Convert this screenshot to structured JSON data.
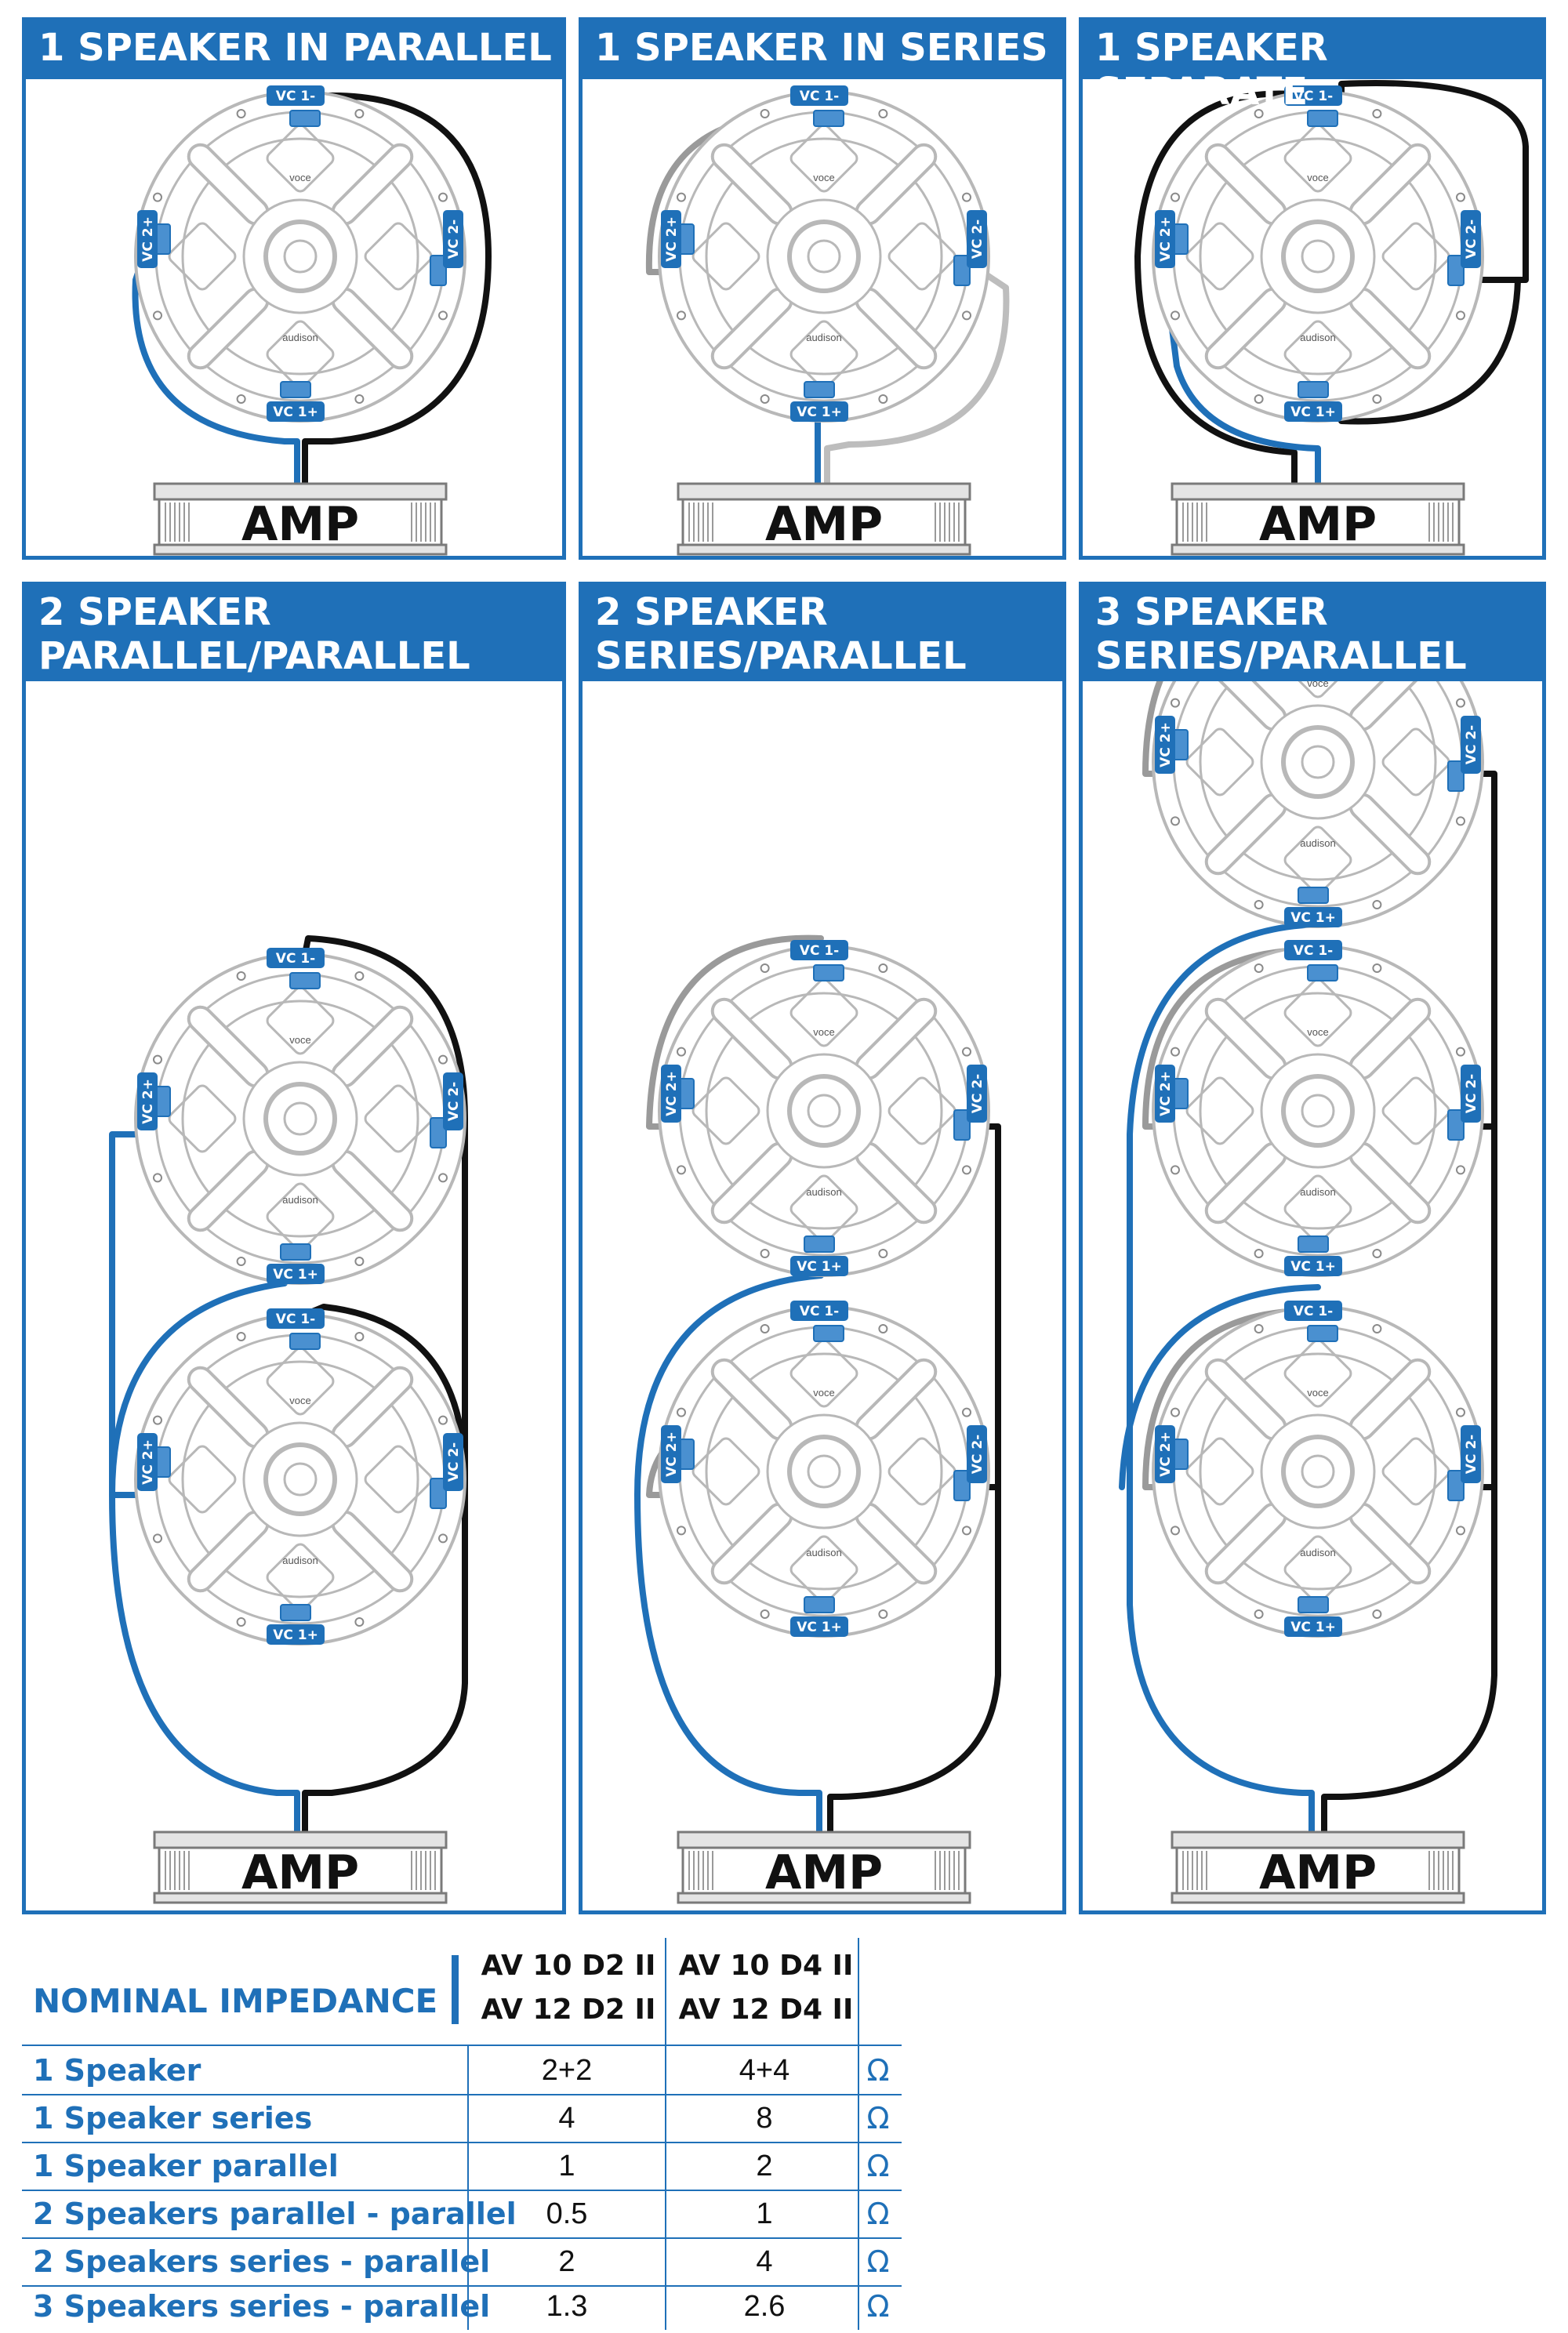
{
  "colors": {
    "accent": "#1f70b8",
    "wire_black": "#111111",
    "wire_gray": "#9a9a9a",
    "wire_lightgray": "#bdbdbd",
    "speaker_line": "#b8b8b8"
  },
  "speaker": {
    "brand_top": "voce",
    "brand_bottom": "audison",
    "terminals": {
      "top": "VC 1-",
      "bottom": "VC 1+",
      "left": "VC 2+",
      "right": "VC 2-"
    }
  },
  "amp_label": "AMP",
  "panels": [
    {
      "title": [
        "1 SPEAKER IN PARALLEL"
      ]
    },
    {
      "title": [
        "1 SPEAKER IN SERIES"
      ]
    },
    {
      "title": [
        "1 SPEAKER SEPARATE"
      ]
    },
    {
      "title": [
        "2 SPEAKER",
        "PARALLEL/PARALLEL"
      ]
    },
    {
      "title": [
        "2 SPEAKER",
        "SERIES/PARALLEL"
      ]
    },
    {
      "title": [
        "3 SPEAKER",
        "SERIES/PARALLEL"
      ]
    }
  ],
  "table": {
    "title": "NOMINAL IMPEDANCE",
    "columns": [
      [
        "AV 10 D2 II",
        "AV 12 D2 II"
      ],
      [
        "AV 10 D4 II",
        "AV 12 D4 II"
      ]
    ],
    "unit": "Ω",
    "rows": [
      {
        "label": "1 Speaker",
        "values": [
          "2+2",
          "4+4"
        ]
      },
      {
        "label": "1 Speaker series",
        "values": [
          "4",
          "8"
        ]
      },
      {
        "label": "1 Speaker parallel",
        "values": [
          "1",
          "2"
        ]
      },
      {
        "label": "2 Speakers parallel - parallel",
        "values": [
          "0.5",
          "1"
        ]
      },
      {
        "label": "2 Speakers series - parallel",
        "values": [
          "2",
          "4"
        ]
      },
      {
        "label": "3 Speakers series - parallel",
        "values": [
          "1.3",
          "2.6"
        ]
      }
    ]
  }
}
